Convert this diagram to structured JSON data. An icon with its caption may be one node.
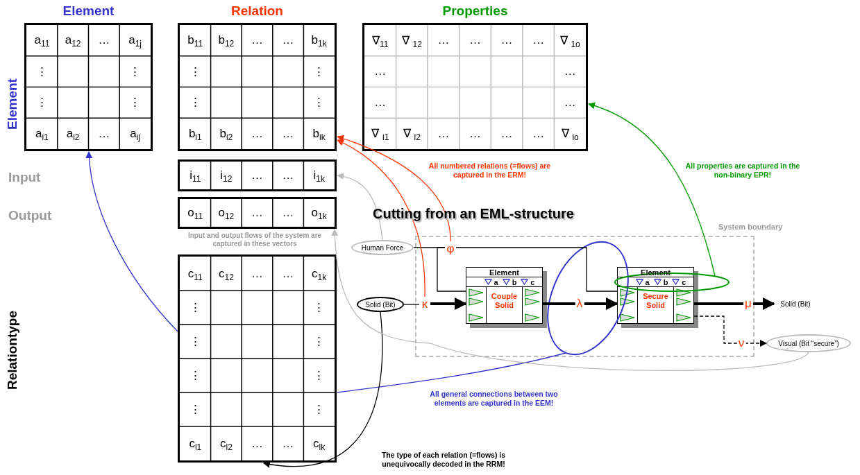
{
  "diagram": {
    "nodes": [
      {
        "text": [
          "Element",
          "a$_{11}$",
          "a$_{12}$",
          "…",
          "a$_{1j}$",
          "⋮",
          "⋮",
          "⋮",
          "⋮",
          "a$_{i1}$",
          "a$_{i2}$",
          "…",
          "a$_{ij}$"
        ]
      },
      {
        "text": [
          "Relation",
          "b$_{11}$",
          "b$_{12}$",
          "…",
          "…",
          "b$_{1k}$",
          "⋮",
          "⋮",
          "⋮",
          "⋮",
          "b$_{i1}$",
          "b$_{i2}$",
          "…",
          "…",
          "b$_{ik}$"
        ]
      },
      {
        "text": [
          "Properties",
          "∇$_{11}$",
          "∇ $_{12}$",
          "…",
          "…",
          "…",
          "…",
          "∇ $_{1o}$",
          "…",
          "…",
          "…",
          "…",
          "∇ $_{i1}$",
          "∇ $_{i2}$",
          "…",
          "…",
          "…",
          "…",
          "∇ $_{io}$"
        ]
      },
      {
        "text": [
          "i$_{11}$",
          "i$_{12}$",
          "…",
          "…",
          "i$_{1k}$"
        ]
      },
      {
        "text": [
          "o$_{11}$",
          "o$_{12}$",
          "…",
          "…",
          "o$_{1k}$"
        ]
      },
      {
        "text": [
          "c$_{11}$",
          "c$_{12}$",
          "…",
          "…",
          "c$_{1k}$",
          "⋮",
          "⋮",
          "⋮",
          "⋮",
          "⋮",
          "⋮",
          "⋮",
          "⋮",
          "c$_{l1}$",
          "c$_{l2}$",
          "…",
          "…",
          "c$_{lk}$"
        ]
      },
      {
        "text": [],
        "shape": "box",
        "beside": [
          "System boundary"
        ]
      },
      {
        "text": [
          "Human Force"
        ]
      },
      {
        "text": [
          "φ"
        ],
        "in": 6
      },
      {
        "text": [
          "Solid (Bit)"
        ]
      },
      {
        "text": [
          "κ"
        ],
        "in": 6
      },
      {
        "text": [
          "Element",
          "a",
          "b",
          "c",
          "Couple Solid"
        ],
        "in": 6
      },
      {
        "text": [
          "Element",
          "a",
          "b",
          "c",
          "Secure Solid"
        ],
        "in": 6
      },
      {
        "text": [
          "Solid (Bit)"
        ]
      },
      {
        "text": [
          "Visual (Bit “secure”)"
        ]
      }
    ],
    "edges": [
      {
        "from": 9,
        "to": 10,
        "arrow": "none"
      },
      {
        "from": 10,
        "to": 11,
        "arrow": "to",
        "style": "thick"
      },
      {
        "from": 7,
        "to": 8,
        "arrow": "none"
      },
      {
        "from": 8,
        "to": 11,
        "arrow": "none"
      },
      {
        "from": 8,
        "to": 12,
        "arrow": "none"
      },
      {
        "from": 11,
        "to": 12,
        "arrow": "to",
        "style": "thick",
        "label": "λ"
      },
      {
        "from": 12,
        "to": 13,
        "arrow": "to",
        "style": "thick",
        "label": "μ"
      },
      {
        "from": 12,
        "to": 14,
        "arrow": "to",
        "style": "dashed",
        "label": "ν"
      },
      {
        "from": 10,
        "to": 1,
        "arrow": "to",
        "color": "#ff3300"
      },
      {
        "from": 8,
        "to": 1,
        "arrow": "to",
        "color": "#ff3300"
      },
      {
        "from": 12,
        "to": 2,
        "arrow": "to",
        "color": "#009900"
      },
      {
        "from": 12,
        "to": 5,
        "arrow": "none",
        "color": "#3333cc"
      },
      {
        "from": 5,
        "to": 0,
        "arrow": "to",
        "color": "#3333cc"
      },
      {
        "from": 9,
        "to": 5,
        "arrow": "to"
      },
      {
        "from": 7,
        "to": 3,
        "arrow": "to",
        "color": "#bbbbbb"
      },
      {
        "from": 14,
        "to": 4,
        "arrow": "to",
        "color": "#bbbbbb"
      }
    ],
    "labels": [
      "Element",
      "Input",
      "Output",
      "Relationtype",
      "All numbered relations (=flows) are captured in the ERM!",
      "All properties are captured in the non-binary EPR!",
      "Cutting from an EML-structure",
      "Input and output flows of the system are captured in these vectors",
      "All general connections between two elements are captured in the EEM!",
      "The type of each relation (=flows) is unequivocally decoded in the RRM!"
    ]
  }
}
